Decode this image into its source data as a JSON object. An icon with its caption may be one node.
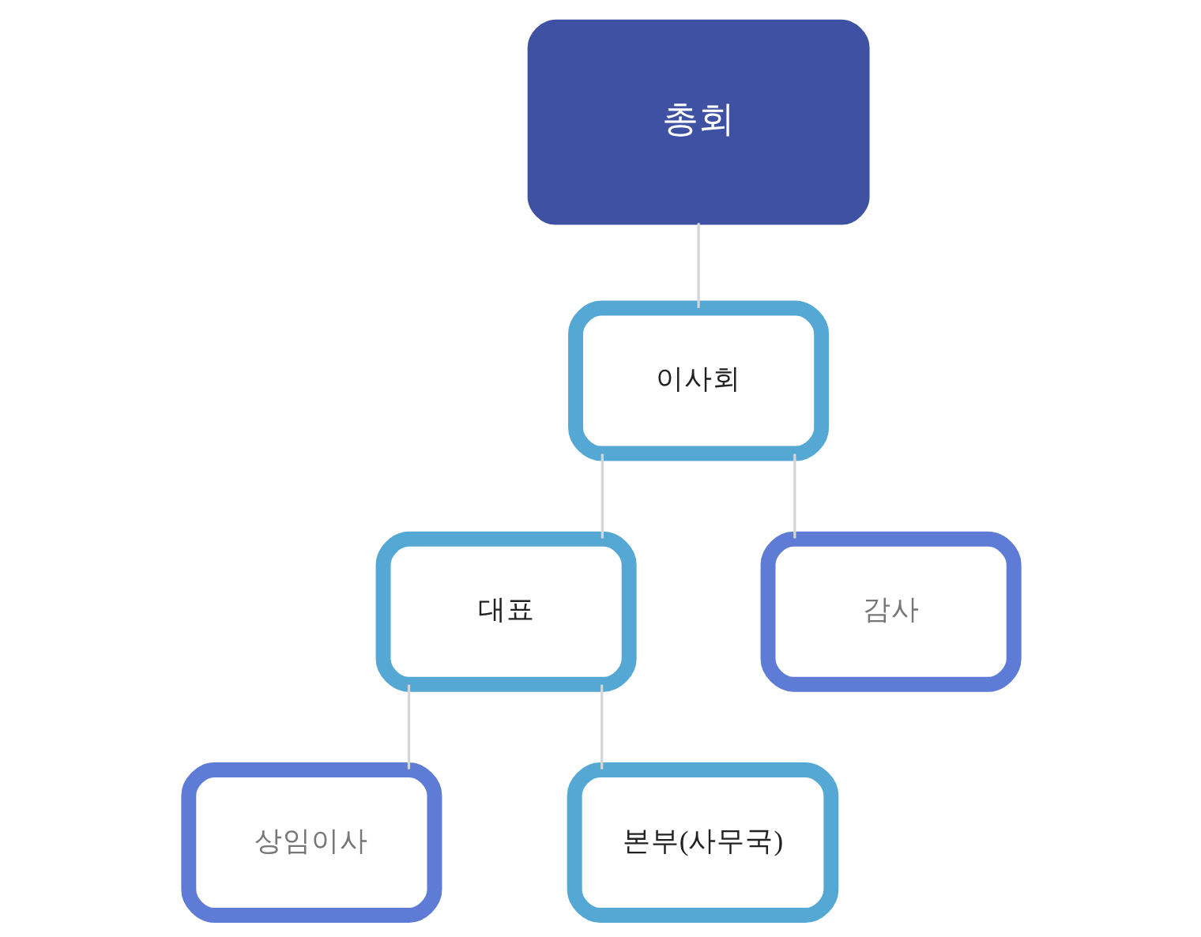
{
  "diagram": {
    "nodes": [
      {
        "text": [
          "총회"
        ]
      },
      {
        "text": [
          "이사회"
        ]
      },
      {
        "text": [
          "감사"
        ]
      },
      {
        "text": [
          "대표"
        ]
      },
      {
        "text": [
          "상임이사"
        ]
      },
      {
        "text": [
          "본부(사무국)"
        ]
      }
    ],
    "edges": [
      {
        "from": 0,
        "to": 1,
        "arrow": "none"
      },
      {
        "from": 1,
        "to": 3,
        "arrow": "none"
      },
      {
        "from": 1,
        "to": 2,
        "arrow": "none"
      },
      {
        "from": 3,
        "to": 4,
        "arrow": "none"
      },
      {
        "from": 3,
        "to": 5,
        "arrow": "none"
      }
    ]
  }
}
